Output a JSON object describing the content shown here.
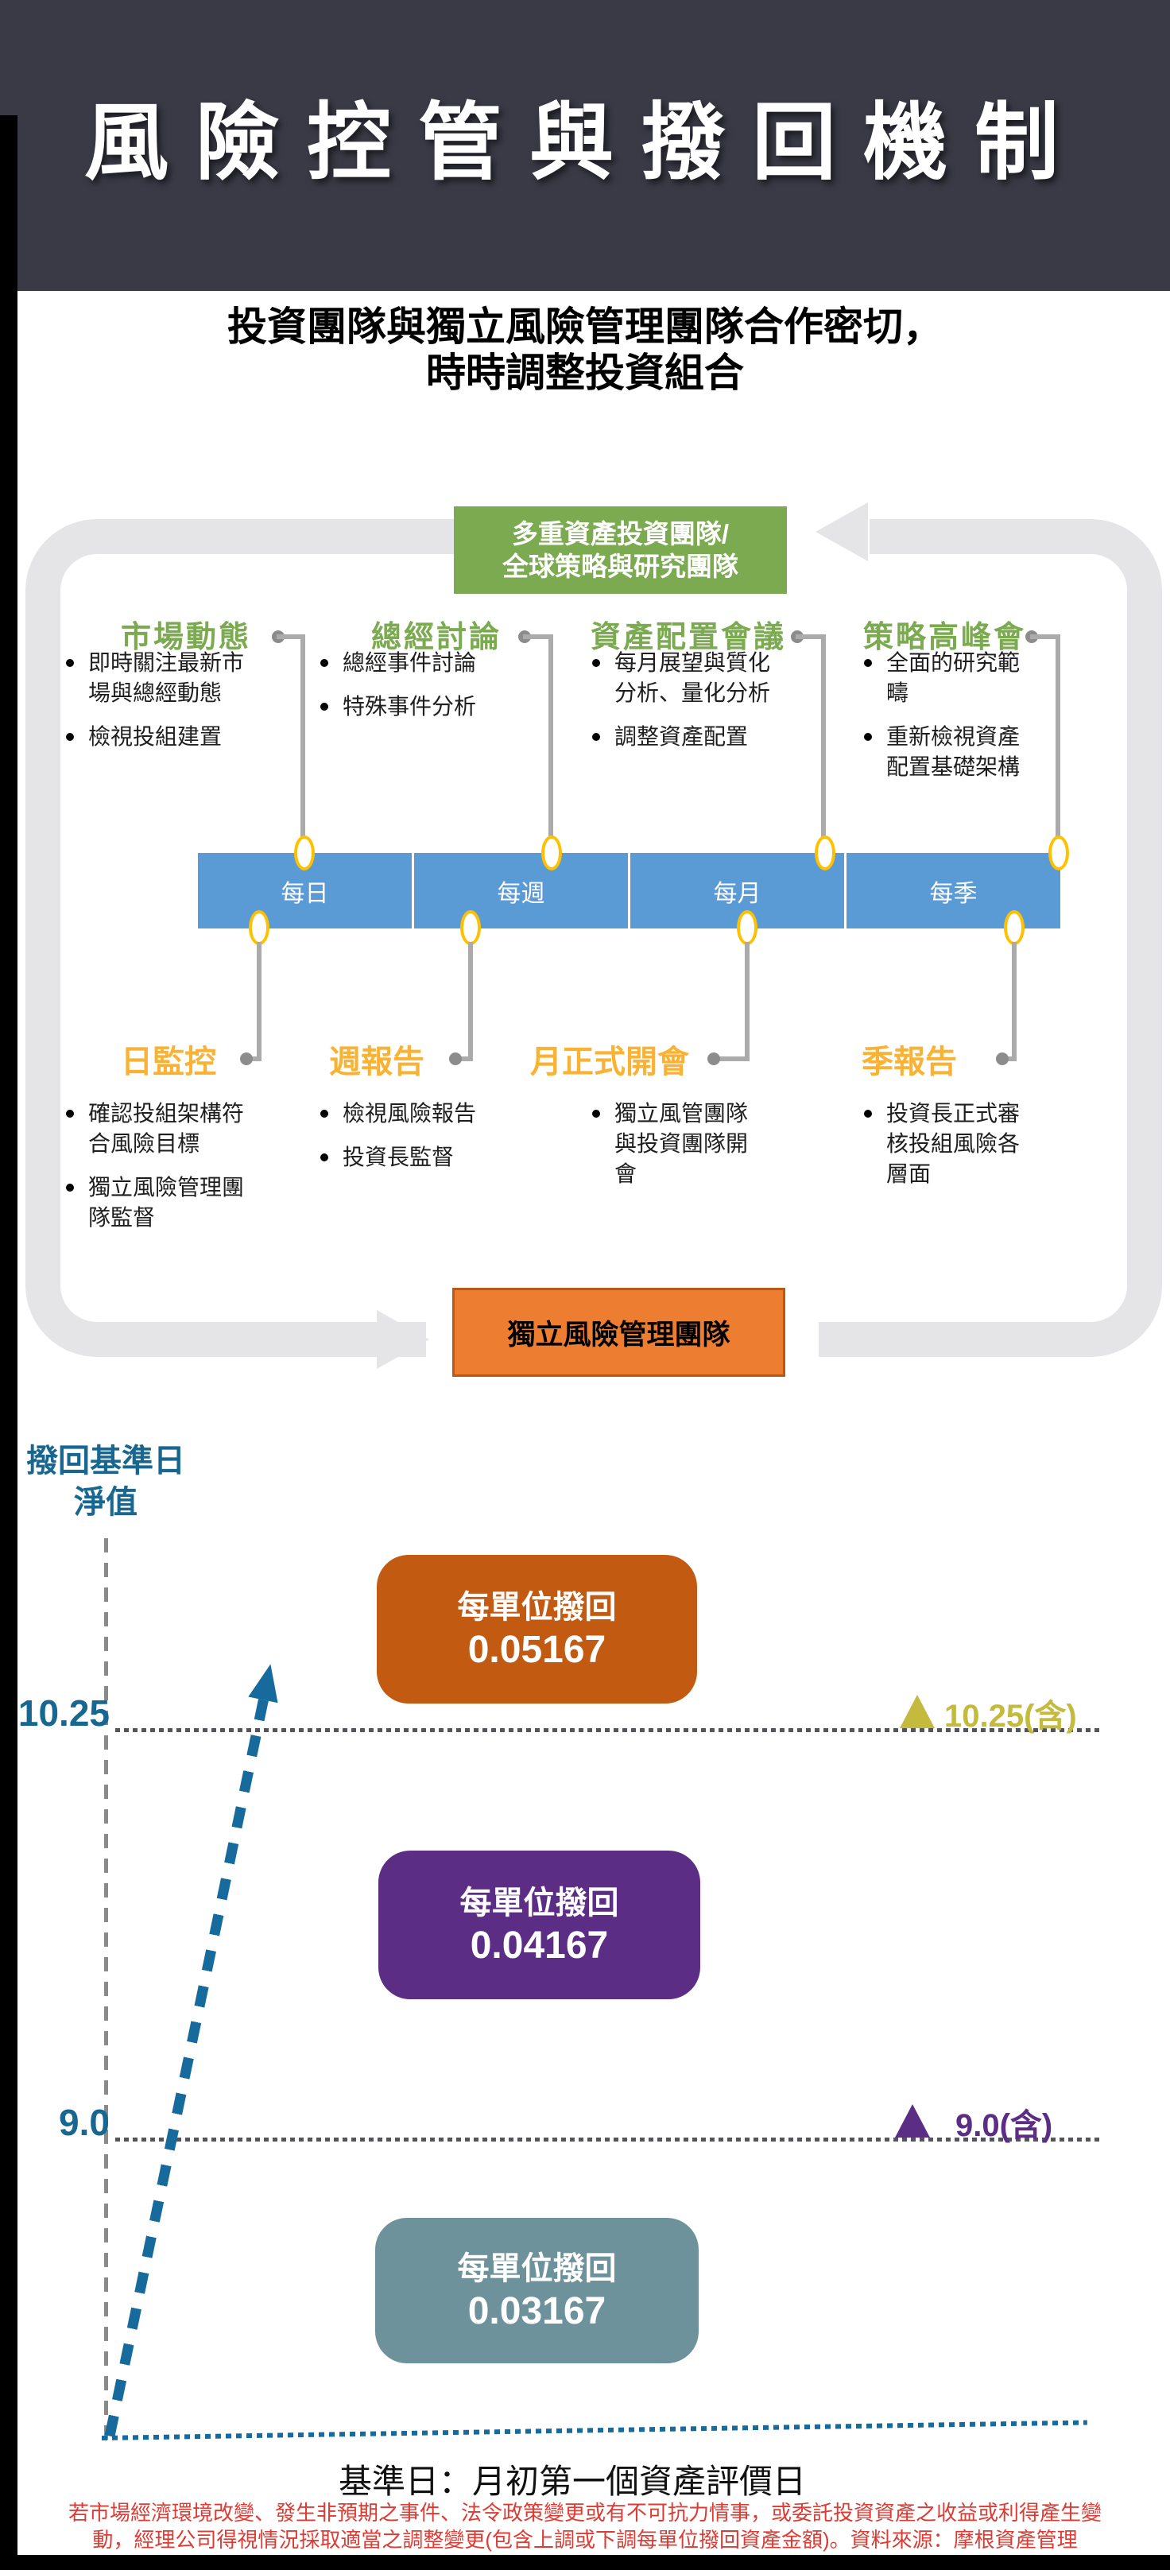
{
  "header": {
    "title": "風險控管與撥回機制"
  },
  "subtitle": {
    "line1": "投資團隊與獨立風險管理團隊合作密切，",
    "line2": "時時調整投資組合"
  },
  "flow": {
    "top_box": {
      "line1": "多重資產投資團隊/",
      "line2": "全球策略與研究團隊"
    },
    "columns": [
      {
        "header": "市場動態",
        "bullets": [
          "即時關注最新市場與總經動態",
          "檢視投組建置"
        ]
      },
      {
        "header": "總經討論",
        "bullets": [
          "總經事件討論",
          "特殊事件分析"
        ]
      },
      {
        "header": "資產配置會議",
        "bullets": [
          "每月展望與質化分析、量化分析",
          "調整資產配置"
        ]
      },
      {
        "header": "策略高峰會",
        "bullets": [
          "全面的研究範疇",
          "重新檢視資產配置基礎架構"
        ]
      }
    ],
    "timeline": [
      "每日",
      "每週",
      "每月",
      "每季"
    ],
    "lower_columns": [
      {
        "label": "日監控",
        "bullets": [
          "確認投組架構符合風險目標",
          "獨立風險管理團隊監督"
        ]
      },
      {
        "label": "週報告",
        "bullets": [
          "檢視風險報告",
          "投資長監督"
        ]
      },
      {
        "label": "月正式開會",
        "bullets": [
          "獨立風管團隊與投資團隊開會"
        ]
      },
      {
        "label": "季報告",
        "bullets": [
          "投資長正式審核投組風險各層面"
        ]
      }
    ],
    "bottom_box": {
      "label": "獨立風險管理團隊"
    }
  },
  "chart": {
    "axis_label": {
      "line1": "撥回基準日",
      "line2": "淨值"
    },
    "levels": [
      {
        "tick": "10.25",
        "marker": "10.25(含)"
      },
      {
        "tick": "9.0",
        "marker": "9.0(含)"
      }
    ],
    "tiers": [
      {
        "label": "每單位撥回",
        "value": "0.05167"
      },
      {
        "label": "每單位撥回",
        "value": "0.04167"
      },
      {
        "label": "每單位撥回",
        "value": "0.03167"
      }
    ],
    "baseline_label": "基準日：月初第一個資產評價日"
  },
  "chart_data": {
    "type": "diagram",
    "title": "撥回基準日淨值",
    "y_thresholds": [
      10.25,
      9.0
    ],
    "tiers": [
      {
        "condition": "淨值 ≥ 10.25(含)",
        "payout_per_unit": 0.05167
      },
      {
        "condition": "9.0(含) ≤ 淨值 < 10.25",
        "payout_per_unit": 0.04167
      },
      {
        "condition": "淨值 < 9.0",
        "payout_per_unit": 0.03167
      }
    ],
    "x_baseline": "基準日：月初第一個資產評價日"
  },
  "disclaimer": {
    "text": "若市場經濟環境改變、發生非預期之事件、法令政策變更或有不可抗力情事，或委託投資資產之收益或利得產生變動，經理公司得視情況採取適當之調整變更(包含上調或下調每單位撥回資產金額)。資料來源：摩根資產管理"
  },
  "colors": {
    "header_bg": "#393A46",
    "green": "#7BAA50",
    "bar_blue": "#5B9BD5",
    "oval_border": "#FFC000",
    "label_yellow": "#F9B233",
    "flow_orange": "#EC7D31",
    "tier_orange": "#C25A11",
    "tier_purple": "#5B2D84",
    "tier_teal": "#6D929C",
    "chart_blue": "#176790",
    "marker_olive": "#C3BA3E",
    "disclaimer_red": "#DD3B33",
    "loop_gray": "#E5E5E7"
  }
}
